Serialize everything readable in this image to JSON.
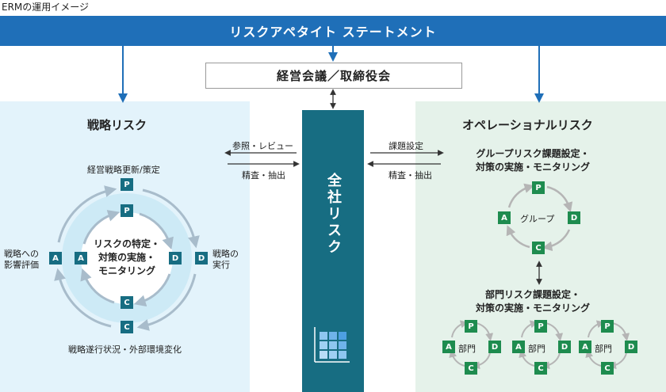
{
  "page_title": "ERMの運用イメージ",
  "banner": "リスクアペタイト ステートメント",
  "board": "経営会議／取締役会",
  "center_column": "全社リスク",
  "arrows": {
    "ref_review": "参照・レビュー",
    "refine_extract_left": "精査・抽出",
    "issue_setting": "課題設定",
    "refine_extract_right": "精査・抽出"
  },
  "left": {
    "heading": "戦略リスク",
    "top_label": "経営戦略更新/策定",
    "bottom_label": "戦略遂行状況・外部環境変化",
    "left_label": "戦略への\n影響評価",
    "right_label": "戦略の\n実行",
    "center_label": "リスクの特定・\n対策の実施・\nモニタリング",
    "badges": {
      "p": "P",
      "d": "D",
      "c": "C",
      "a": "A"
    }
  },
  "right": {
    "heading": "オペレーショナルリスク",
    "group_label": "グループリスク課題設定・\n対策の実施・モニタリング",
    "group_center": "グループ",
    "dept_label": "部門リスク課題設定・\n対策の実施・モニタリング",
    "dept_center": "部門",
    "badges": {
      "p": "P",
      "d": "D",
      "c": "C",
      "a": "A"
    }
  },
  "colors": {
    "banner": "#1f6fb8",
    "center": "#176d82",
    "left_panel": "#e3f3fb",
    "right_panel": "#e5f2ea",
    "badge_left": "#176d82",
    "badge_right": "#1e8c4f",
    "arrow_blue": "#1f6fb8"
  },
  "icons": [
    "heatmap-matrix-icon"
  ]
}
